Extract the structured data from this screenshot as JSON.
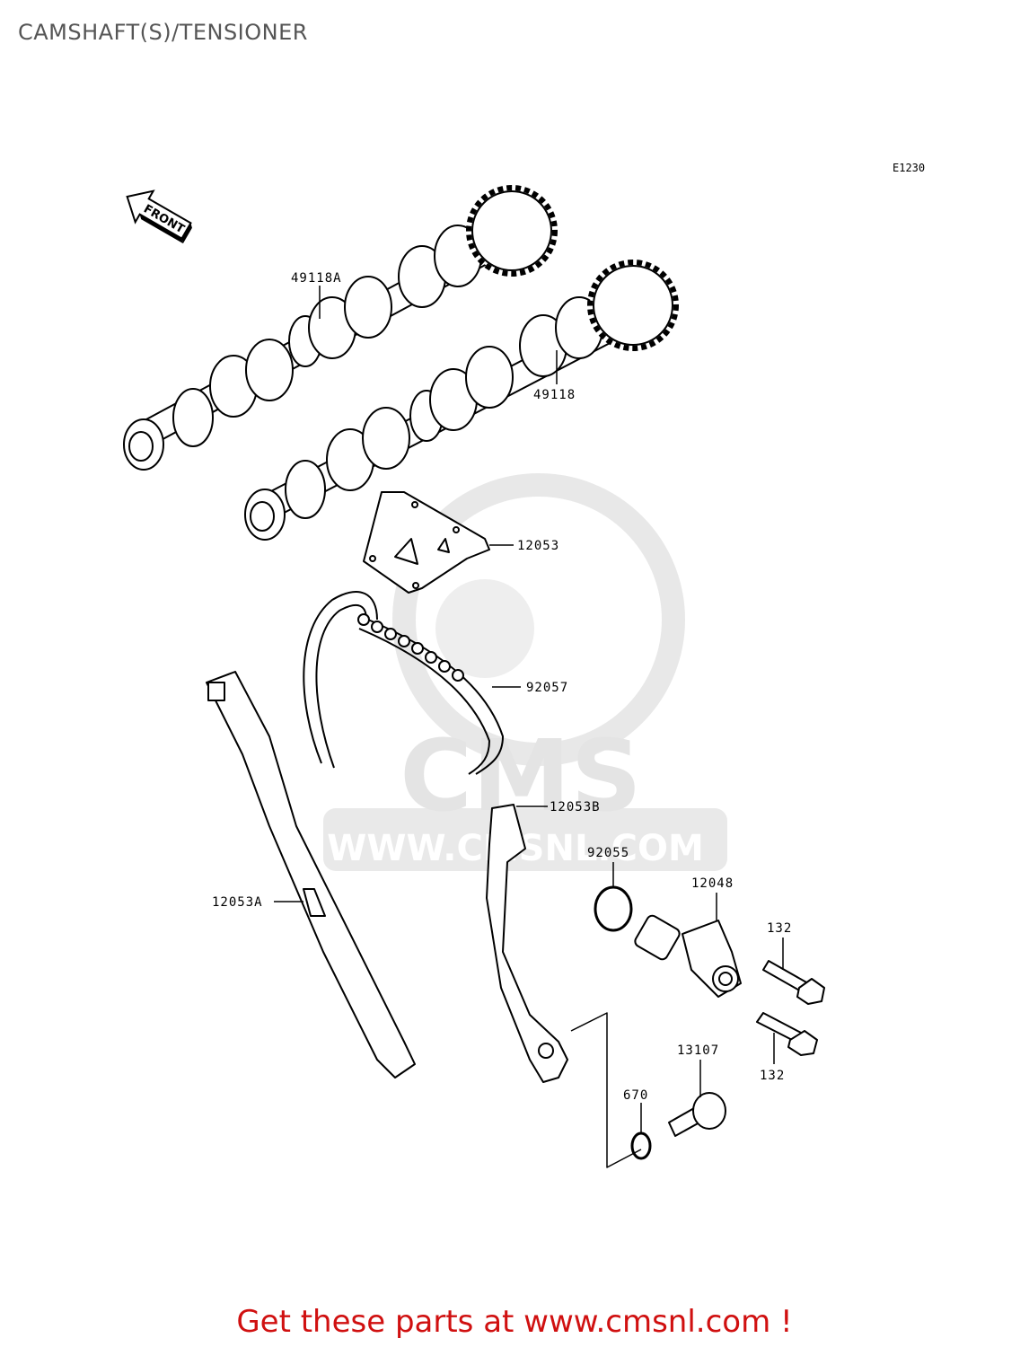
{
  "title": "CAMSHAFT(S)/TENSIONER",
  "diagram_code": "E1230",
  "front_label": "FRONT",
  "watermark": {
    "text": "WWW.CMSNL.COM",
    "logo": "CMS"
  },
  "callouts": [
    {
      "id": "p49118a",
      "label": "49118A"
    },
    {
      "id": "p49118",
      "label": "49118"
    },
    {
      "id": "p12053",
      "label": "12053"
    },
    {
      "id": "p92057",
      "label": "92057"
    },
    {
      "id": "p12053b",
      "label": "12053B"
    },
    {
      "id": "p92055",
      "label": "92055"
    },
    {
      "id": "p12048",
      "label": "12048"
    },
    {
      "id": "p132a",
      "label": "132"
    },
    {
      "id": "p12053a",
      "label": "12053A"
    },
    {
      "id": "p13107",
      "label": "13107"
    },
    {
      "id": "p132b",
      "label": "132"
    },
    {
      "id": "p670",
      "label": "670"
    }
  ],
  "footer": {
    "text": "Get these parts at www.cmsnl.com !"
  },
  "colors": {
    "footer": "#d01010",
    "title": "#555555",
    "watermark": "#e6e6e6",
    "line": "#000000"
  }
}
